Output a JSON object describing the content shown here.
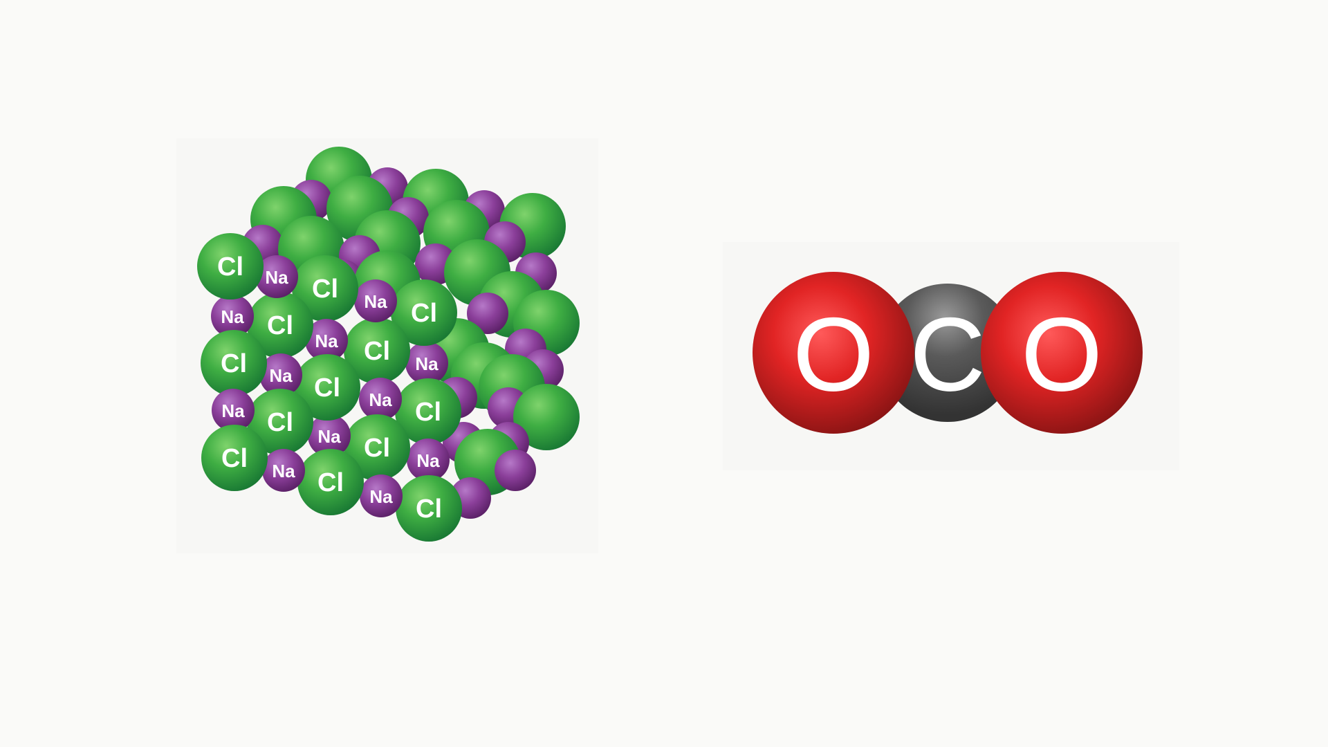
{
  "nacl_crystal": {
    "chloride_label": "Cl",
    "sodium_label": "Na",
    "chloride_color": "#2f9e3c",
    "sodium_color": "#8b3f9a"
  },
  "co2_molecule": {
    "atoms": [
      "O",
      "C",
      "O"
    ],
    "oxygen_color": "#d42020",
    "carbon_color": "#505050"
  }
}
